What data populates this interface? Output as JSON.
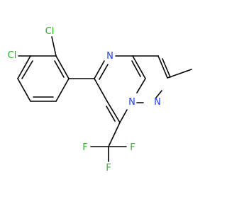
{
  "molecule": {
    "atom_labels": {
      "cl_top": "Cl",
      "cl_left": "Cl",
      "n_pyrimidine": "N",
      "n_bridgehead": "N",
      "n_pyrazole": "N",
      "f_left": "F",
      "f_right": "F",
      "f_bottom": "F"
    },
    "colors": {
      "chlorine": "#1fb21f",
      "nitrogen": "#1e3cff",
      "fluorine": "#2db52d",
      "bond": "#000000"
    }
  }
}
